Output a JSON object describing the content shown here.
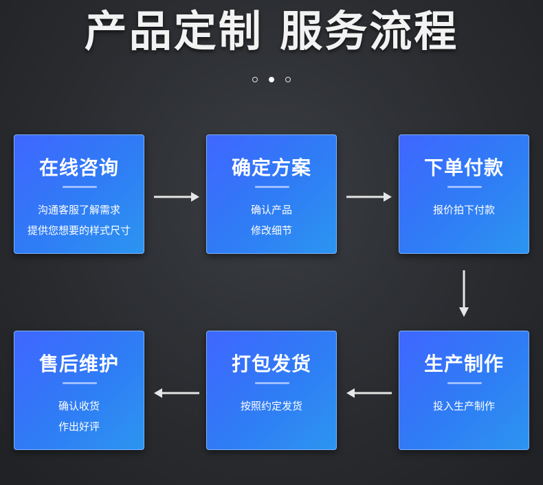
{
  "header": {
    "title": "产品定制 服务流程"
  },
  "pager": {
    "count": 3,
    "active_index": 1
  },
  "colors": {
    "card_gradient_start": "#3f66ff",
    "card_gradient_end": "#2c95f0",
    "card_border": "#7fb2ff",
    "arrow": "#e6e6e6"
  },
  "steps": [
    {
      "title": "在线咨询",
      "lines": [
        "沟通客服了解需求",
        "提供您想要的样式尺寸"
      ]
    },
    {
      "title": "确定方案",
      "lines": [
        "确认产品",
        "修改细节"
      ]
    },
    {
      "title": "下单付款",
      "lines": [
        "报价拍下付款"
      ]
    },
    {
      "title": "生产制作",
      "lines": [
        "投入生产制作"
      ]
    },
    {
      "title": "打包发货",
      "lines": [
        "按照约定发货"
      ]
    },
    {
      "title": "售后维护",
      "lines": [
        "确认收货",
        "作出好评"
      ]
    }
  ],
  "icons": {
    "arrow_right": "arrow-right-icon",
    "arrow_down": "arrow-down-icon",
    "arrow_left": "arrow-left-icon"
  }
}
